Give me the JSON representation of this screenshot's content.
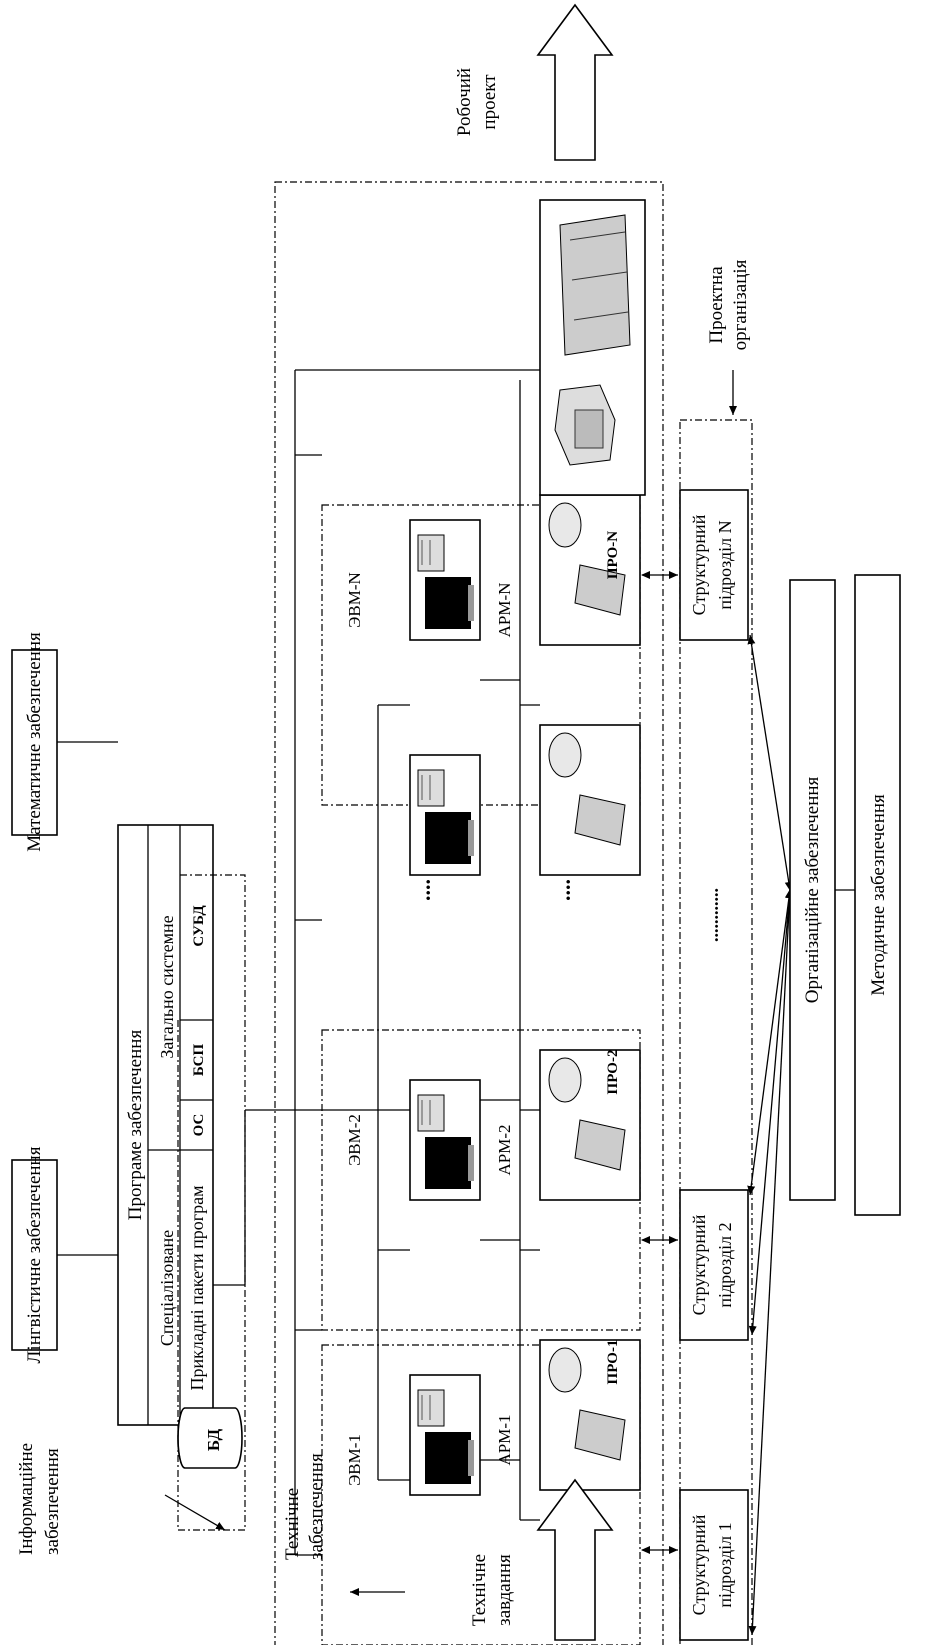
{
  "labels": {
    "math": "Математичне забезпечення",
    "ling": "Лінгвістичне забезпечення",
    "software": "Програме забезпечення",
    "general": "Загально системне",
    "special": "Спеціалізоване",
    "dbms": "СУБД",
    "bsp": "БСП",
    "os": "ОС",
    "apps": "Прикладні пакети програм",
    "db": "БД",
    "info_line1": "Інформаційне",
    "info_line2": "забезпечення",
    "tech_line1": "Технічне",
    "tech_line2": "забезпечення",
    "task_line1": "Технічне",
    "task_line2": "завдання",
    "work_line1": "Робочий",
    "work_line2": "проект",
    "org_line1": "Проектна",
    "org_line2": "організація",
    "organizational": "Організаційне забезпечення",
    "methodical": "Методичне забезпечення",
    "dots_mid": "....",
    "dots_units": "............"
  },
  "nodes": [
    {
      "evm": "ЭВМ-1",
      "arm": "АРМ-1",
      "pro": "ПРО-1",
      "unit1": "Структурний",
      "unit2": "підрозділ 1"
    },
    {
      "evm": "ЭВМ-2",
      "arm": "АРМ-2",
      "pro": "ПРО-2",
      "unit1": "Структурний",
      "unit2": "підрозділ 2"
    },
    {
      "evm": "ЭВМ-N",
      "arm": "АРМ-N",
      "pro": "ПРО-N",
      "unit1": "Структурний",
      "unit2": "підрозділ N"
    }
  ]
}
